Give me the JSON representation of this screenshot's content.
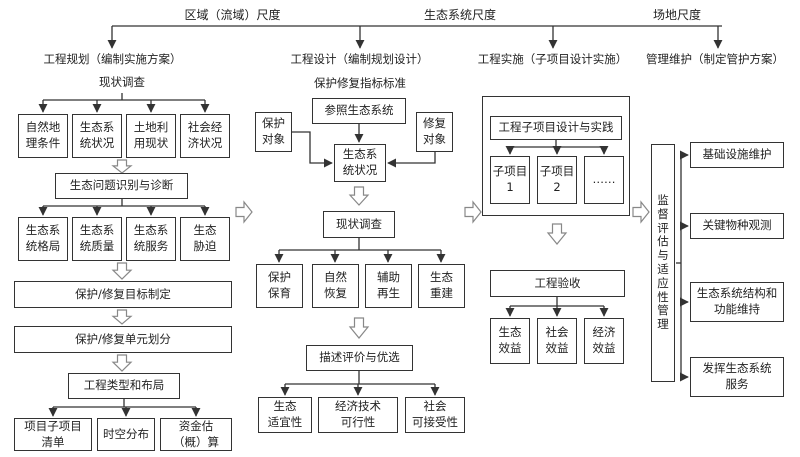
{
  "scales": {
    "region": "区域（流域）尺度",
    "ecosystem": "生态系统尺度",
    "site": "场地尺度"
  },
  "planning": {
    "header": "工程规划（编制实施方案）",
    "survey": "现状调查",
    "survey_items": [
      "自然地\n理条件",
      "生态系\n统状况",
      "土地利\n用现状",
      "社会经\n济状况"
    ],
    "diagnosis": "生态问题识别与诊断",
    "diagnosis_items": [
      "生态系\n统格局",
      "生态系\n统质量",
      "生态系\n统服务",
      "生态\n胁迫"
    ],
    "target": "保护/修复目标制定",
    "units": "保护/修复单元划分",
    "layout": "工程类型和布局",
    "outputs": [
      "项目子项目\n清单",
      "时空分布",
      "资金估\n（概）算"
    ]
  },
  "design": {
    "header": "工程设计（编制规划设计）",
    "indicator_std": "保护修复指标标准",
    "reference": "参照生态系统",
    "protect_target": "保护\n对象",
    "restore_target": "修复\n对象",
    "eco_status": "生态系\n统状况",
    "survey": "现状调查",
    "modes": [
      "保护\n保育",
      "自然\n恢复",
      "辅助\n再生",
      "生态\n重建"
    ],
    "evaluation": "描述评价与优选",
    "criteria": [
      "生态\n适宜性",
      "经济技术\n可行性",
      "社会\n可接受性"
    ]
  },
  "implementation": {
    "header": "工程实施（子项目设计实施）",
    "subproject_design": "工程子项目设计与实践",
    "subprojects": [
      "子项目\n1",
      "子项目\n2",
      "……"
    ],
    "acceptance": "工程验收",
    "benefits": [
      "生态\n效益",
      "社会\n效益",
      "经济\n效益"
    ]
  },
  "maintenance": {
    "header": "管理维护（制定管护方案）",
    "monitor": "监督评估与适应性管理",
    "items": [
      "基础设施维护",
      "关键物种观测",
      "生态系统结构和\n功能维持",
      "发挥生态系统\n服务"
    ]
  },
  "colors": {
    "stroke": "#333333",
    "arrow_fill": "#ffffff",
    "arrow_stroke": "#888888"
  }
}
